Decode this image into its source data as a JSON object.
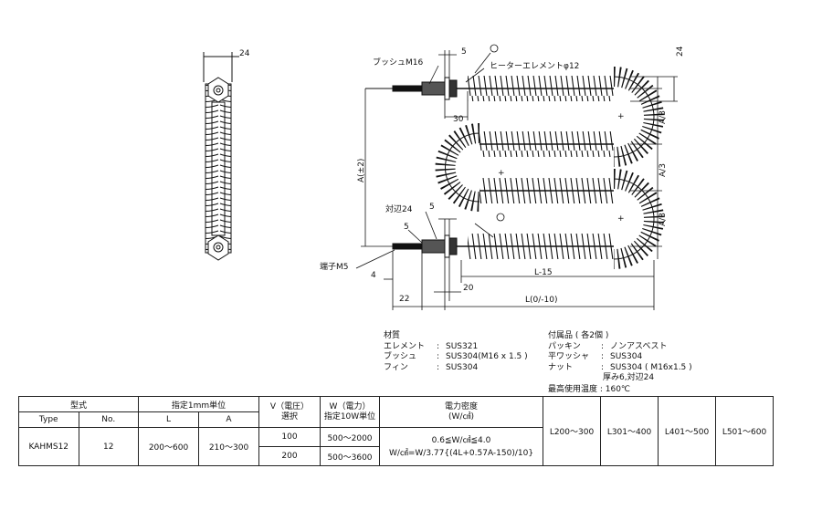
{
  "dims": {
    "d24_top": "24",
    "bush": "ブッシュM16",
    "element": "ヒーターエレメントφ12",
    "d5_top": "5",
    "d30": "30",
    "phi24": "24",
    "a3_1": "A/3",
    "a3_2": "A/3",
    "a3_3": "A/3",
    "a_pm2": "A(±2)",
    "taihen": "対辺24",
    "d5_mid": "5",
    "d5_small": "5",
    "terminal": "端子M5",
    "d4": "4",
    "d20": "20",
    "l15": "L-15",
    "d22": "22",
    "l_tol": "L(0/-10)"
  },
  "material": {
    "title": "材質",
    "rows": [
      {
        "k": "エレメント",
        "v": "SUS321"
      },
      {
        "k": "ブッシュ",
        "v": "SUS304(M16 x 1.5 )"
      },
      {
        "k": "フィン",
        "v": "SUS304"
      }
    ]
  },
  "accessories": {
    "title": "付属品 ( 各2個 )",
    "rows": [
      {
        "k": "パッキン",
        "v": "ノンアスベスト"
      },
      {
        "k": "平ワッシャ",
        "v": "SUS304"
      },
      {
        "k": "ナット",
        "v": "SUS304 ( M16x1.5 )"
      }
    ],
    "extra": "厚み6,対辺24"
  },
  "max_temp": "最高使用温度 : 160℃",
  "table": {
    "h_model": "型式",
    "h_type": "Type",
    "h_no": "No.",
    "h_spec": "指定1mm単位",
    "h_L": "L",
    "h_A": "A",
    "h_v1": "V（電圧）",
    "h_v2": "選択",
    "h_w1": "W（電力）",
    "h_w2": "指定10W単位",
    "h_d1": "電力密度",
    "h_d2": "(W/㎠)",
    "type": "KAHMS12",
    "no": "12",
    "L": "200～600",
    "A": "210～300",
    "v1": "100",
    "v2": "200",
    "w1": "500～2000",
    "w2": "500～3600",
    "dens1": "0.6≦W/㎠≦4.0",
    "dens2": "W/㎠=W/3.77{(4L+0.57A-150)/10}",
    "r1": "L200～300",
    "r2": "L301～400",
    "r3": "L401～500",
    "r4": "L501～600"
  }
}
